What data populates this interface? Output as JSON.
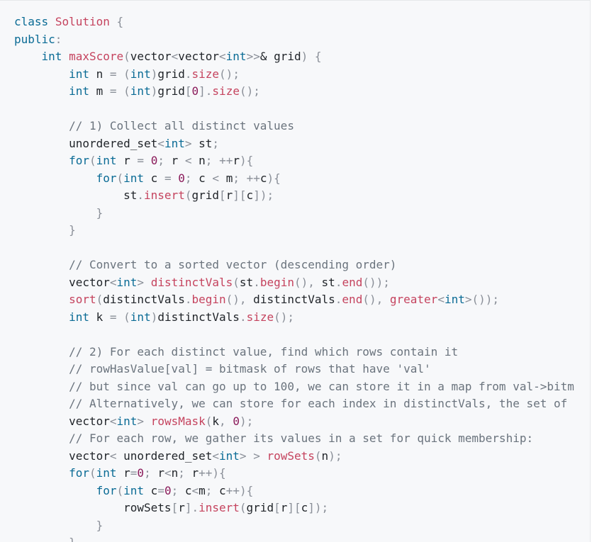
{
  "colors": {
    "keyword": "#0a6b95",
    "function": "#c5435e",
    "comment": "#6a737d",
    "number": "#8a1a5a",
    "punctuation": "#8a8f98",
    "identifier": "#1f2328",
    "background": "#f7f8fa"
  },
  "code": {
    "lines": [
      [
        {
          "t": "k",
          "s": "class"
        },
        {
          "t": "i",
          "s": " "
        },
        {
          "t": "f",
          "s": "Solution"
        },
        {
          "t": "i",
          "s": " "
        },
        {
          "t": "p",
          "s": "{"
        }
      ],
      [
        {
          "t": "k",
          "s": "public"
        },
        {
          "t": "p",
          "s": ":"
        }
      ],
      [
        {
          "t": "i",
          "s": "    "
        },
        {
          "t": "t",
          "s": "int"
        },
        {
          "t": "i",
          "s": " "
        },
        {
          "t": "f",
          "s": "maxScore"
        },
        {
          "t": "p",
          "s": "("
        },
        {
          "t": "i",
          "s": "vector"
        },
        {
          "t": "p",
          "s": "<"
        },
        {
          "t": "i",
          "s": "vector"
        },
        {
          "t": "p",
          "s": "<"
        },
        {
          "t": "t",
          "s": "int"
        },
        {
          "t": "p",
          "s": ">>"
        },
        {
          "t": "i",
          "s": "& grid"
        },
        {
          "t": "p",
          "s": ")"
        },
        {
          "t": "i",
          "s": " "
        },
        {
          "t": "p",
          "s": "{"
        }
      ],
      [
        {
          "t": "i",
          "s": "        "
        },
        {
          "t": "t",
          "s": "int"
        },
        {
          "t": "i",
          "s": " n "
        },
        {
          "t": "p",
          "s": "="
        },
        {
          "t": "i",
          "s": " "
        },
        {
          "t": "p",
          "s": "("
        },
        {
          "t": "t",
          "s": "int"
        },
        {
          "t": "p",
          "s": ")"
        },
        {
          "t": "i",
          "s": "grid"
        },
        {
          "t": "p",
          "s": "."
        },
        {
          "t": "f",
          "s": "size"
        },
        {
          "t": "p",
          "s": "();"
        }
      ],
      [
        {
          "t": "i",
          "s": "        "
        },
        {
          "t": "t",
          "s": "int"
        },
        {
          "t": "i",
          "s": " m "
        },
        {
          "t": "p",
          "s": "="
        },
        {
          "t": "i",
          "s": " "
        },
        {
          "t": "p",
          "s": "("
        },
        {
          "t": "t",
          "s": "int"
        },
        {
          "t": "p",
          "s": ")"
        },
        {
          "t": "i",
          "s": "grid"
        },
        {
          "t": "p",
          "s": "["
        },
        {
          "t": "n",
          "s": "0"
        },
        {
          "t": "p",
          "s": "]."
        },
        {
          "t": "f",
          "s": "size"
        },
        {
          "t": "p",
          "s": "();"
        }
      ],
      [],
      [
        {
          "t": "i",
          "s": "        "
        },
        {
          "t": "c",
          "s": "// 1) Collect all distinct values"
        }
      ],
      [
        {
          "t": "i",
          "s": "        unordered_set"
        },
        {
          "t": "p",
          "s": "<"
        },
        {
          "t": "t",
          "s": "int"
        },
        {
          "t": "p",
          "s": ">"
        },
        {
          "t": "i",
          "s": " st"
        },
        {
          "t": "p",
          "s": ";"
        }
      ],
      [
        {
          "t": "i",
          "s": "        "
        },
        {
          "t": "k",
          "s": "for"
        },
        {
          "t": "p",
          "s": "("
        },
        {
          "t": "t",
          "s": "int"
        },
        {
          "t": "i",
          "s": " r "
        },
        {
          "t": "p",
          "s": "="
        },
        {
          "t": "i",
          "s": " "
        },
        {
          "t": "n",
          "s": "0"
        },
        {
          "t": "p",
          "s": ";"
        },
        {
          "t": "i",
          "s": " r "
        },
        {
          "t": "p",
          "s": "<"
        },
        {
          "t": "i",
          "s": " n"
        },
        {
          "t": "p",
          "s": ";"
        },
        {
          "t": "i",
          "s": " "
        },
        {
          "t": "p",
          "s": "++"
        },
        {
          "t": "i",
          "s": "r"
        },
        {
          "t": "p",
          "s": "){"
        }
      ],
      [
        {
          "t": "i",
          "s": "            "
        },
        {
          "t": "k",
          "s": "for"
        },
        {
          "t": "p",
          "s": "("
        },
        {
          "t": "t",
          "s": "int"
        },
        {
          "t": "i",
          "s": " c "
        },
        {
          "t": "p",
          "s": "="
        },
        {
          "t": "i",
          "s": " "
        },
        {
          "t": "n",
          "s": "0"
        },
        {
          "t": "p",
          "s": ";"
        },
        {
          "t": "i",
          "s": " c "
        },
        {
          "t": "p",
          "s": "<"
        },
        {
          "t": "i",
          "s": " m"
        },
        {
          "t": "p",
          "s": ";"
        },
        {
          "t": "i",
          "s": " "
        },
        {
          "t": "p",
          "s": "++"
        },
        {
          "t": "i",
          "s": "c"
        },
        {
          "t": "p",
          "s": "){"
        }
      ],
      [
        {
          "t": "i",
          "s": "                st"
        },
        {
          "t": "p",
          "s": "."
        },
        {
          "t": "f",
          "s": "insert"
        },
        {
          "t": "p",
          "s": "("
        },
        {
          "t": "i",
          "s": "grid"
        },
        {
          "t": "p",
          "s": "["
        },
        {
          "t": "i",
          "s": "r"
        },
        {
          "t": "p",
          "s": "]["
        },
        {
          "t": "i",
          "s": "c"
        },
        {
          "t": "p",
          "s": "]);"
        }
      ],
      [
        {
          "t": "i",
          "s": "            "
        },
        {
          "t": "p",
          "s": "}"
        }
      ],
      [
        {
          "t": "i",
          "s": "        "
        },
        {
          "t": "p",
          "s": "}"
        }
      ],
      [],
      [
        {
          "t": "i",
          "s": "        "
        },
        {
          "t": "c",
          "s": "// Convert to a sorted vector (descending order)"
        }
      ],
      [
        {
          "t": "i",
          "s": "        vector"
        },
        {
          "t": "p",
          "s": "<"
        },
        {
          "t": "t",
          "s": "int"
        },
        {
          "t": "p",
          "s": ">"
        },
        {
          "t": "i",
          "s": " "
        },
        {
          "t": "f",
          "s": "distinctVals"
        },
        {
          "t": "p",
          "s": "("
        },
        {
          "t": "i",
          "s": "st"
        },
        {
          "t": "p",
          "s": "."
        },
        {
          "t": "f",
          "s": "begin"
        },
        {
          "t": "p",
          "s": "(),"
        },
        {
          "t": "i",
          "s": " st"
        },
        {
          "t": "p",
          "s": "."
        },
        {
          "t": "f",
          "s": "end"
        },
        {
          "t": "p",
          "s": "());"
        }
      ],
      [
        {
          "t": "i",
          "s": "        "
        },
        {
          "t": "f",
          "s": "sort"
        },
        {
          "t": "p",
          "s": "("
        },
        {
          "t": "i",
          "s": "distinctVals"
        },
        {
          "t": "p",
          "s": "."
        },
        {
          "t": "f",
          "s": "begin"
        },
        {
          "t": "p",
          "s": "(),"
        },
        {
          "t": "i",
          "s": " distinctVals"
        },
        {
          "t": "p",
          "s": "."
        },
        {
          "t": "f",
          "s": "end"
        },
        {
          "t": "p",
          "s": "(),"
        },
        {
          "t": "i",
          "s": " "
        },
        {
          "t": "f",
          "s": "greater"
        },
        {
          "t": "p",
          "s": "<"
        },
        {
          "t": "t",
          "s": "int"
        },
        {
          "t": "p",
          "s": ">());"
        }
      ],
      [
        {
          "t": "i",
          "s": "        "
        },
        {
          "t": "t",
          "s": "int"
        },
        {
          "t": "i",
          "s": " k "
        },
        {
          "t": "p",
          "s": "="
        },
        {
          "t": "i",
          "s": " "
        },
        {
          "t": "p",
          "s": "("
        },
        {
          "t": "t",
          "s": "int"
        },
        {
          "t": "p",
          "s": ")"
        },
        {
          "t": "i",
          "s": "distinctVals"
        },
        {
          "t": "p",
          "s": "."
        },
        {
          "t": "f",
          "s": "size"
        },
        {
          "t": "p",
          "s": "();"
        }
      ],
      [],
      [
        {
          "t": "i",
          "s": "        "
        },
        {
          "t": "c",
          "s": "// 2) For each distinct value, find which rows contain it"
        }
      ],
      [
        {
          "t": "i",
          "s": "        "
        },
        {
          "t": "c",
          "s": "// rowHasValue[val] = bitmask of rows that have 'val'"
        }
      ],
      [
        {
          "t": "i",
          "s": "        "
        },
        {
          "t": "c",
          "s": "// but since val can go up to 100, we can store it in a map from val->bitm"
        }
      ],
      [
        {
          "t": "i",
          "s": "        "
        },
        {
          "t": "c",
          "s": "// Alternatively, we can store for each index in distinctVals, the set of"
        }
      ],
      [
        {
          "t": "i",
          "s": "        vector"
        },
        {
          "t": "p",
          "s": "<"
        },
        {
          "t": "t",
          "s": "int"
        },
        {
          "t": "p",
          "s": ">"
        },
        {
          "t": "i",
          "s": " "
        },
        {
          "t": "f",
          "s": "rowsMask"
        },
        {
          "t": "p",
          "s": "("
        },
        {
          "t": "i",
          "s": "k"
        },
        {
          "t": "p",
          "s": ","
        },
        {
          "t": "i",
          "s": " "
        },
        {
          "t": "n",
          "s": "0"
        },
        {
          "t": "p",
          "s": ");"
        }
      ],
      [
        {
          "t": "i",
          "s": "        "
        },
        {
          "t": "c",
          "s": "// For each row, we gather its values in a set for quick membership:"
        }
      ],
      [
        {
          "t": "i",
          "s": "        vector"
        },
        {
          "t": "p",
          "s": "<"
        },
        {
          "t": "i",
          "s": " unordered_set"
        },
        {
          "t": "p",
          "s": "<"
        },
        {
          "t": "t",
          "s": "int"
        },
        {
          "t": "p",
          "s": ">"
        },
        {
          "t": "i",
          "s": " "
        },
        {
          "t": "p",
          "s": ">"
        },
        {
          "t": "i",
          "s": " "
        },
        {
          "t": "f",
          "s": "rowSets"
        },
        {
          "t": "p",
          "s": "("
        },
        {
          "t": "i",
          "s": "n"
        },
        {
          "t": "p",
          "s": ");"
        }
      ],
      [
        {
          "t": "i",
          "s": "        "
        },
        {
          "t": "k",
          "s": "for"
        },
        {
          "t": "p",
          "s": "("
        },
        {
          "t": "t",
          "s": "int"
        },
        {
          "t": "i",
          "s": " r"
        },
        {
          "t": "p",
          "s": "="
        },
        {
          "t": "n",
          "s": "0"
        },
        {
          "t": "p",
          "s": ";"
        },
        {
          "t": "i",
          "s": " r"
        },
        {
          "t": "p",
          "s": "<"
        },
        {
          "t": "i",
          "s": "n"
        },
        {
          "t": "p",
          "s": ";"
        },
        {
          "t": "i",
          "s": " r"
        },
        {
          "t": "p",
          "s": "++){"
        }
      ],
      [
        {
          "t": "i",
          "s": "            "
        },
        {
          "t": "k",
          "s": "for"
        },
        {
          "t": "p",
          "s": "("
        },
        {
          "t": "t",
          "s": "int"
        },
        {
          "t": "i",
          "s": " c"
        },
        {
          "t": "p",
          "s": "="
        },
        {
          "t": "n",
          "s": "0"
        },
        {
          "t": "p",
          "s": ";"
        },
        {
          "t": "i",
          "s": " c"
        },
        {
          "t": "p",
          "s": "<"
        },
        {
          "t": "i",
          "s": "m"
        },
        {
          "t": "p",
          "s": ";"
        },
        {
          "t": "i",
          "s": " c"
        },
        {
          "t": "p",
          "s": "++){"
        }
      ],
      [
        {
          "t": "i",
          "s": "                rowSets"
        },
        {
          "t": "p",
          "s": "["
        },
        {
          "t": "i",
          "s": "r"
        },
        {
          "t": "p",
          "s": "]."
        },
        {
          "t": "f",
          "s": "insert"
        },
        {
          "t": "p",
          "s": "("
        },
        {
          "t": "i",
          "s": "grid"
        },
        {
          "t": "p",
          "s": "["
        },
        {
          "t": "i",
          "s": "r"
        },
        {
          "t": "p",
          "s": "]["
        },
        {
          "t": "i",
          "s": "c"
        },
        {
          "t": "p",
          "s": "]);"
        }
      ],
      [
        {
          "t": "i",
          "s": "            "
        },
        {
          "t": "p",
          "s": "}"
        }
      ],
      [
        {
          "t": "i",
          "s": "        "
        },
        {
          "t": "p",
          "s": "}"
        }
      ]
    ]
  }
}
